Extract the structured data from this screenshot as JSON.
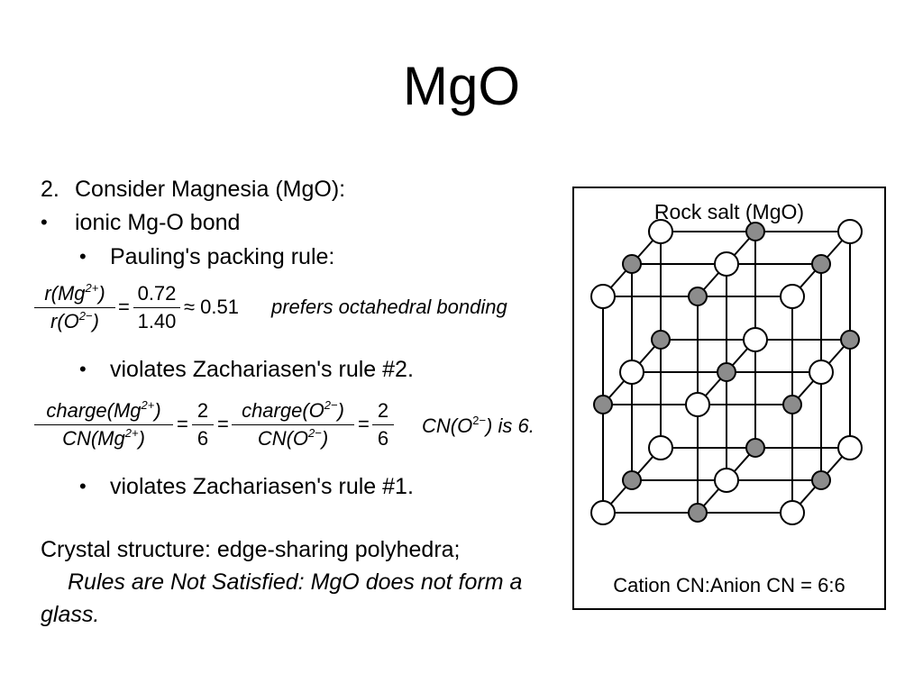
{
  "title": "MgO",
  "item_number": "2.",
  "intro": "Consider Magnesia (MgO):",
  "bullet_symbol": "•",
  "bullet1": "ionic Mg-O bond",
  "bullet2": "Pauling's packing rule:",
  "ratio_eq": {
    "num": "r(Mg",
    "num_sup": "2+",
    "num_end": ")",
    "den": "r(O",
    "den_sup": "2−",
    "den_end": ")",
    "eq": "=",
    "val_num": "0.72",
    "val_den": "1.40",
    "approx": "≈ 0.51",
    "note": "prefers octahedral bonding"
  },
  "bullet3": "violates Zachariasen's rule #2.",
  "charge_eq": {
    "num1": "charge(Mg",
    "num1_sup": "2+",
    "num1_end": ")",
    "den1": "CN(Mg",
    "den1_sup": "2+",
    "den1_end": ")",
    "eq1": "=",
    "f1_num": "2",
    "f1_den": "6",
    "eq2": "=",
    "num2": "charge(O",
    "num2_sup": "2−",
    "num2_end": ")",
    "den2": "CN(O",
    "den2_sup": "2−",
    "den2_end": ")",
    "eq3": "=",
    "f2_num": "2",
    "f2_den": "6",
    "cn_text": "CN(O",
    "cn_sup": "2−",
    "cn_end": ") is 6."
  },
  "bullet4": "violates Zachariasen's rule #1.",
  "crystal": "Crystal structure: edge-sharing polyhedra;",
  "rules_line1": "Rules are Not Satisfied: MgO does not form a",
  "rules_line2": "glass.",
  "figure": {
    "title": "Rock salt (MgO)",
    "caption": "Cation CN:Anion CN = 6:6",
    "cation_color": "#8c8c8c",
    "anion_color": "#ffffff"
  }
}
